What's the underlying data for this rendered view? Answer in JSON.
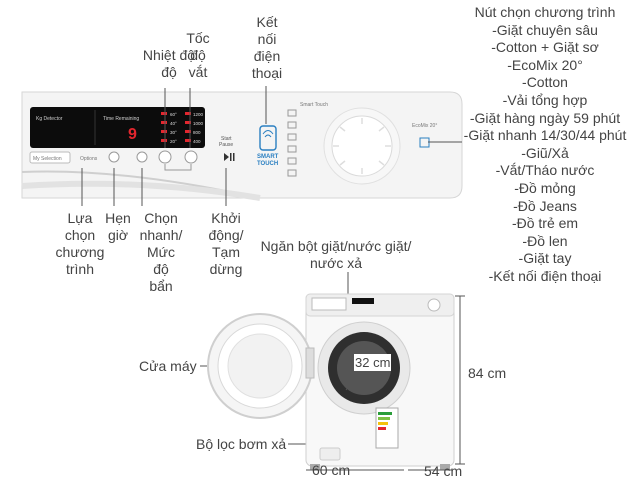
{
  "top_labels": {
    "temperature": [
      "Nhiệt độ",
      "độ"
    ],
    "spin": [
      "Tốc",
      "độ",
      "vắt"
    ],
    "smart": [
      "Kết",
      "nối",
      "điện",
      "thoại"
    ]
  },
  "bottom_labels": {
    "select": [
      "Lựa",
      "chọn",
      "chương",
      "trình"
    ],
    "timer": [
      "Hẹn",
      "giờ"
    ],
    "quick": [
      "Chọn",
      "nhanh/",
      "Mức",
      "độ",
      "bẩn"
    ],
    "start": [
      "Khởi",
      "động/",
      "Tạm",
      "dừng"
    ]
  },
  "program_list": {
    "heading": "Nút chọn chương trình",
    "items": [
      "-Giặt chuyên sâu",
      "-Cotton + Giặt sơ",
      "-EcoMix 20°",
      "-Cotton",
      "-Vải tổng hợp",
      "-Giặt hàng ngày 59 phút",
      "-Giặt nhanh 14/30/44 phút",
      "-Giũ/Xả",
      "-Vắt/Tháo nước",
      "-Đồ mỏng",
      "-Đồ Jeans",
      "-Đồ trẻ em",
      "-Đồ len",
      "-Giặt tay",
      "-Kết nối điện thoại"
    ]
  },
  "machine_labels": {
    "detergent": [
      "Ngăn bột giặt/nước giặt/",
      "nước xả"
    ],
    "door": "Cửa máy",
    "filter": "Bộ lọc bơm xả",
    "height": "84 cm",
    "depth": "54 cm",
    "width": "60 cm",
    "drum": "32 cm"
  },
  "panel": {
    "display_digit": "9",
    "time_remaining": "Time Remaining",
    "kg_detector": "Kg Detector",
    "my_selection": "My Selection",
    "options": "Options",
    "start_pause": [
      "Start",
      "Pause"
    ],
    "smart_touch": [
      "SMART",
      "TOUCH"
    ],
    "temps": [
      "60°",
      "40°",
      "30°",
      "20°"
    ],
    "spins": [
      "1200",
      "1000",
      "800",
      "400"
    ],
    "dial_label_top": "Smart Touch",
    "dial_label_eco": "EcoMix 20°"
  },
  "colors": {
    "accent_blue": "#2a7fc1",
    "display_red": "#e3262e",
    "line": "#555555"
  }
}
